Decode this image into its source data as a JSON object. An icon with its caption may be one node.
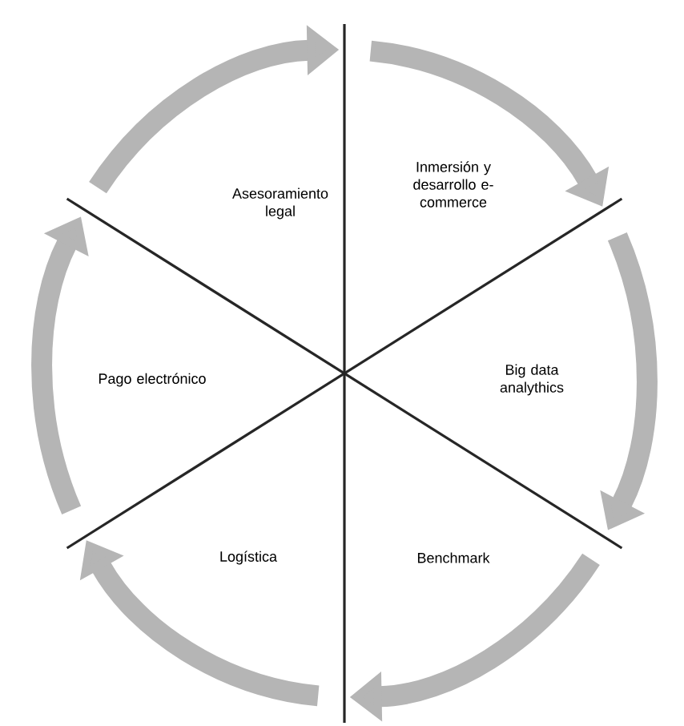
{
  "diagram": {
    "nodes": [
      {
        "text": [
          "Asesoramiento legal"
        ]
      },
      {
        "text": [
          "Inmersión y desarrollo e-commerce"
        ]
      },
      {
        "text": [
          "Big data analythics"
        ]
      },
      {
        "text": [
          "Benchmark"
        ]
      },
      {
        "text": [
          "Logística"
        ]
      },
      {
        "text": [
          "Pago electrónico"
        ]
      }
    ]
  }
}
